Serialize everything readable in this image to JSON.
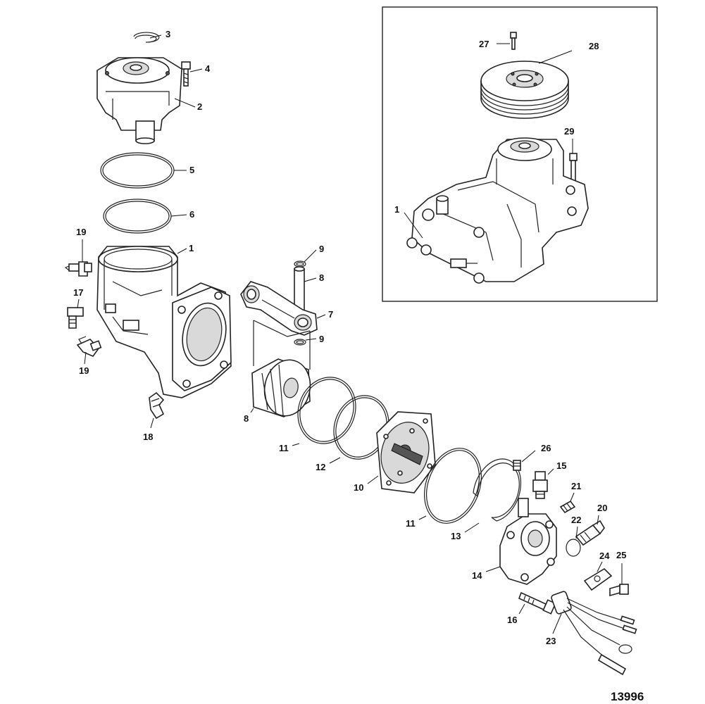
{
  "diagram_id": "13996",
  "callouts": [
    {
      "id": "c3a",
      "label": "3"
    },
    {
      "id": "c4",
      "label": "4"
    },
    {
      "id": "c2",
      "label": "2"
    },
    {
      "id": "c5",
      "label": "5"
    },
    {
      "id": "c6",
      "label": "6"
    },
    {
      "id": "c19a",
      "label": "19"
    },
    {
      "id": "c1a",
      "label": "1"
    },
    {
      "id": "c17",
      "label": "17"
    },
    {
      "id": "c19b",
      "label": "19"
    },
    {
      "id": "c18",
      "label": "18"
    },
    {
      "id": "c9a",
      "label": "9"
    },
    {
      "id": "c8a",
      "label": "8"
    },
    {
      "id": "c7",
      "label": "7"
    },
    {
      "id": "c9b",
      "label": "9"
    },
    {
      "id": "c8b",
      "label": "8"
    },
    {
      "id": "c11a",
      "label": "11"
    },
    {
      "id": "c12",
      "label": "12"
    },
    {
      "id": "c10",
      "label": "10"
    },
    {
      "id": "c11b",
      "label": "11"
    },
    {
      "id": "c13",
      "label": "13"
    },
    {
      "id": "c26",
      "label": "26"
    },
    {
      "id": "c15",
      "label": "15"
    },
    {
      "id": "c21",
      "label": "21"
    },
    {
      "id": "c20",
      "label": "20"
    },
    {
      "id": "c22",
      "label": "22"
    },
    {
      "id": "c14",
      "label": "14"
    },
    {
      "id": "c24",
      "label": "24"
    },
    {
      "id": "c25",
      "label": "25"
    },
    {
      "id": "c16",
      "label": "16"
    },
    {
      "id": "c23",
      "label": "23"
    },
    {
      "id": "c27",
      "label": "27"
    },
    {
      "id": "c28",
      "label": "28"
    },
    {
      "id": "c29",
      "label": "29"
    },
    {
      "id": "c1b",
      "label": "1"
    }
  ]
}
